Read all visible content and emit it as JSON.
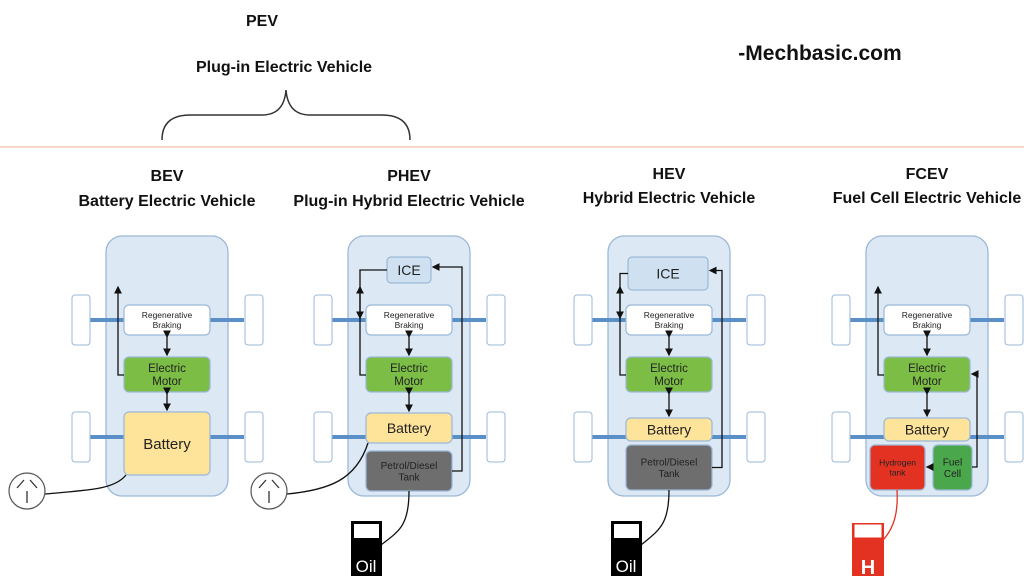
{
  "header": {
    "group_abbr": "PEV",
    "group_full": "Plug-in Electric Vehicle",
    "watermark": "-Mechbasic.com"
  },
  "vehicles": [
    {
      "abbr": "BEV",
      "full": "Battery Electric Vehicle",
      "regen": [
        "Regenerative",
        "Braking"
      ],
      "motor": [
        "Electric",
        "Motor"
      ],
      "battery": "Battery",
      "charger": "plug-socket-icon"
    },
    {
      "abbr": "PHEV",
      "full": "Plug-in Hybrid Electric Vehicle",
      "ice": "ICE",
      "regen": [
        "Regenerative",
        "Braking"
      ],
      "motor": [
        "Electric",
        "Motor"
      ],
      "battery": "Battery",
      "tank": [
        "Petrol/Diesel",
        "Tank"
      ],
      "pump": "Oil",
      "charger": "plug-socket-icon"
    },
    {
      "abbr": "HEV",
      "full": "Hybrid Electric Vehicle",
      "ice": "ICE",
      "regen": [
        "Regenerative",
        "Braking"
      ],
      "motor": [
        "Electric",
        "Motor"
      ],
      "battery": "Battery",
      "tank": [
        "Petrol/Diesel",
        "Tank"
      ],
      "pump": "Oil"
    },
    {
      "abbr": "FCEV",
      "full": "Fuel Cell Electric Vehicle",
      "regen": [
        "Regenerative",
        "Braking"
      ],
      "motor": [
        "Electric",
        "Motor"
      ],
      "battery": "Battery",
      "h2tank": [
        "Hydrogen",
        "tank"
      ],
      "fuelcell": [
        "Fuel",
        "Cell"
      ],
      "pump": "H"
    }
  ],
  "colors": {
    "body": "#dce8f4",
    "body_stroke": "#9bb8d8",
    "axle": "#5b8fc7",
    "motor": "#7cbd45",
    "battery": "#fde49a",
    "tank": "#6e6e6e",
    "hydrogen": "#e33222",
    "fuelcell": "#4aa74c",
    "divider": "#f3c9b4"
  }
}
